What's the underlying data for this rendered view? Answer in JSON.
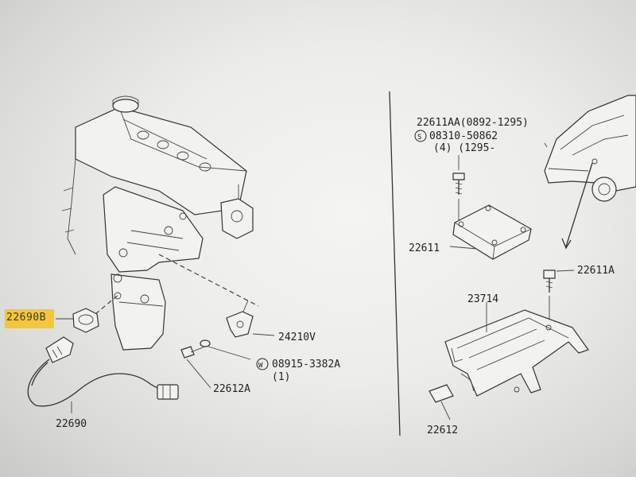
{
  "labels": {
    "sensor_highlighted": "22690B",
    "sensor": "22690",
    "bolt_left": "22612A",
    "washer_code": "08915-3382A",
    "washer_qty": "(1)",
    "bracket_sensor": "24210V",
    "ecu_part": "22611AA(0892-1295)",
    "screw_code": "08310-50862",
    "screw_qty": "(4) (1295-",
    "ecu": "22611",
    "bolt_right": "22611A",
    "ecu_bracket": "23714",
    "bolt_bottom": "22612"
  },
  "symbols": {
    "screw": "S",
    "washer": "W"
  },
  "colors": {
    "highlight": "#f4c430",
    "ink": "#222222"
  }
}
